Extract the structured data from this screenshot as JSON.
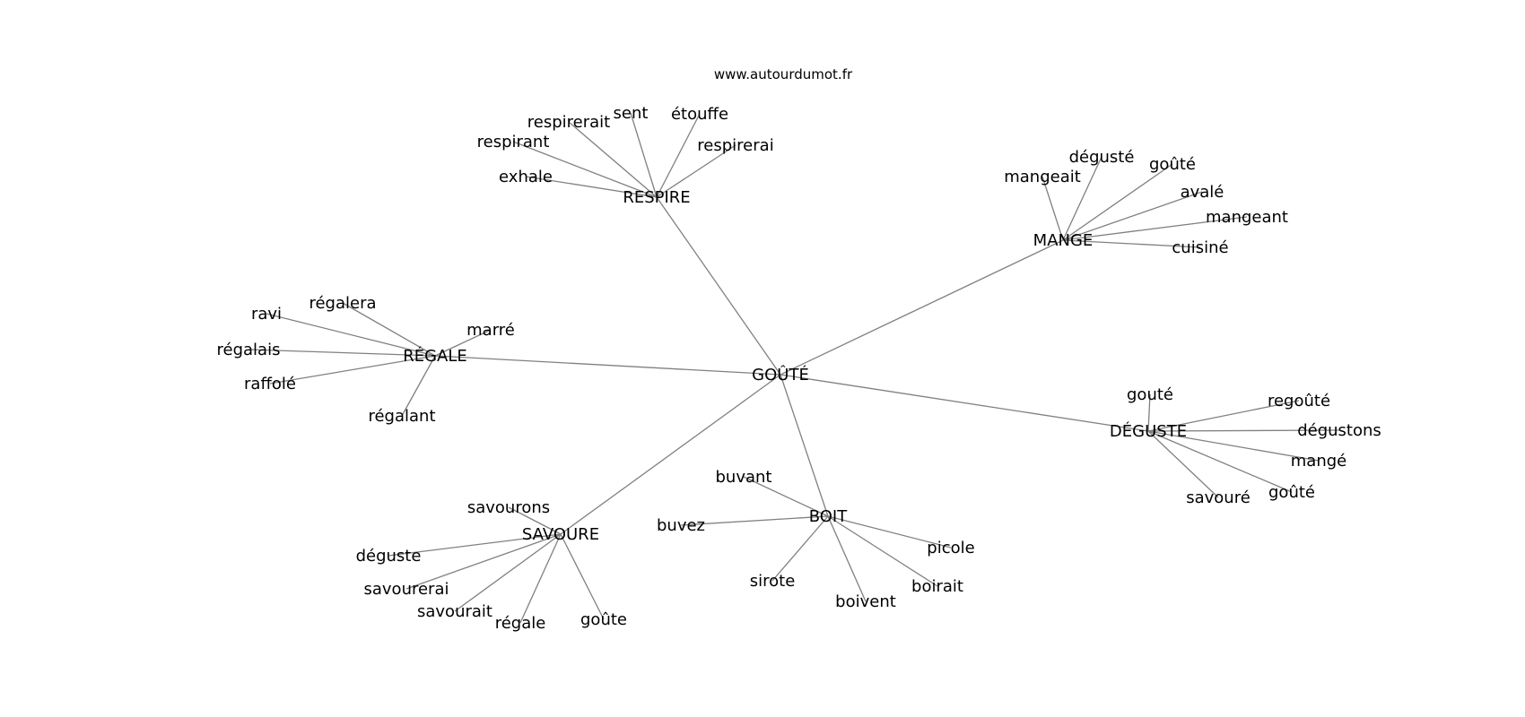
{
  "source": "www.autourdumot.fr",
  "graph": {
    "root": "GOÛTÉ",
    "hubs": [
      {
        "label": "RESPIRE",
        "leaves": [
          "respirerait",
          "sent",
          "étouffe",
          "respirant",
          "respirerai",
          "exhale"
        ]
      },
      {
        "label": "MANGE",
        "leaves": [
          "dégusté",
          "goûté",
          "mangeait",
          "avalé",
          "mangeant",
          "cuisiné"
        ]
      },
      {
        "label": "RÉGALE",
        "leaves": [
          "régalera",
          "ravi",
          "marré",
          "régalais",
          "raffolé",
          "régalant"
        ]
      },
      {
        "label": "DÉGUSTE",
        "leaves": [
          "gouté",
          "regoûté",
          "dégustons",
          "mangé",
          "goûté",
          "savouré"
        ]
      },
      {
        "label": "SAVOURE",
        "leaves": [
          "savourons",
          "déguste",
          "savourerai",
          "savourait",
          "régale",
          "goûte"
        ]
      },
      {
        "label": "BOIT",
        "leaves": [
          "buvant",
          "buvez",
          "picole",
          "sirote",
          "boirait",
          "boivent"
        ]
      }
    ]
  }
}
